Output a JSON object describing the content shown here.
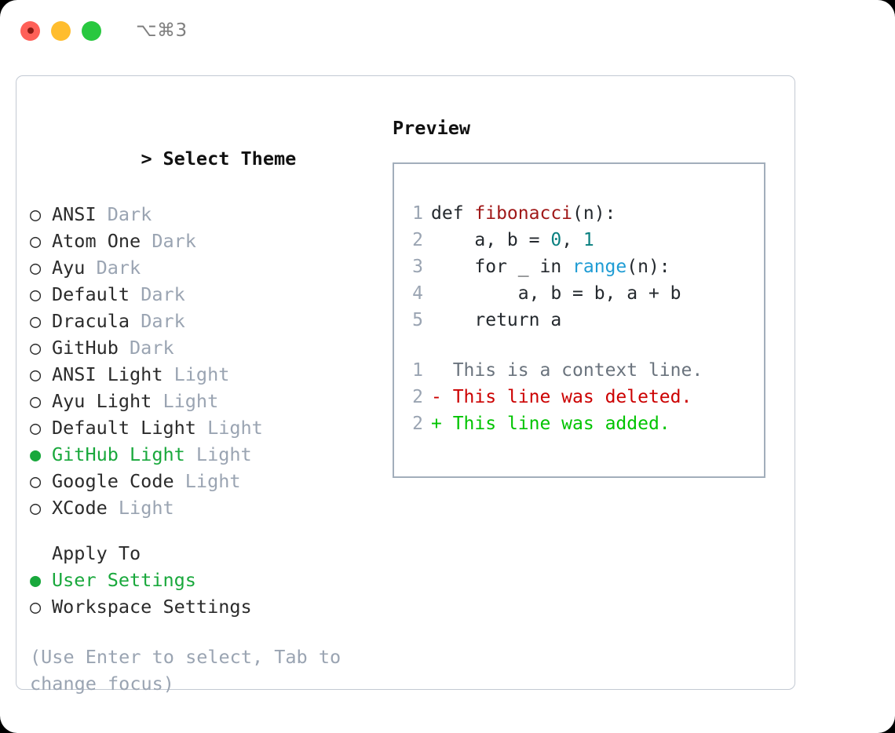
{
  "titlebar": {
    "shortcut": "⌥⌘3",
    "buttons": [
      {
        "name": "close",
        "color": "#ff6058"
      },
      {
        "name": "minimize",
        "color": "#ffbd2e"
      },
      {
        "name": "maximize",
        "color": "#28c83f"
      }
    ]
  },
  "left": {
    "heading": {
      "marker": ">",
      "label": "Select Theme"
    },
    "themes": [
      {
        "marker": "○",
        "name": "ANSI",
        "tag": "Dark",
        "selected": false
      },
      {
        "marker": "○",
        "name": "Atom One",
        "tag": "Dark",
        "selected": false
      },
      {
        "marker": "○",
        "name": "Ayu",
        "tag": "Dark",
        "selected": false
      },
      {
        "marker": "○",
        "name": "Default",
        "tag": "Dark",
        "selected": false
      },
      {
        "marker": "○",
        "name": "Dracula",
        "tag": "Dark",
        "selected": false
      },
      {
        "marker": "○",
        "name": "GitHub",
        "tag": "Dark",
        "selected": false
      },
      {
        "marker": "○",
        "name": "ANSI Light",
        "tag": "Light",
        "selected": false
      },
      {
        "marker": "○",
        "name": "Ayu Light",
        "tag": "Light",
        "selected": false
      },
      {
        "marker": "○",
        "name": "Default Light",
        "tag": "Light",
        "selected": false
      },
      {
        "marker": "●",
        "name": "GitHub Light",
        "tag": "Light",
        "selected": true
      },
      {
        "marker": "○",
        "name": "Google Code",
        "tag": "Light",
        "selected": false
      },
      {
        "marker": "○",
        "name": "XCode",
        "tag": "Light",
        "selected": false
      }
    ],
    "apply_to": {
      "title": "Apply To",
      "options": [
        {
          "marker": "●",
          "label": "User Settings",
          "selected": true
        },
        {
          "marker": "○",
          "label": "Workspace Settings",
          "selected": false
        }
      ]
    },
    "hint": "(Use Enter to select, Tab to change focus)"
  },
  "right": {
    "label": "Preview",
    "code_lines": [
      {
        "ln": "1",
        "parts": [
          {
            "text": "def ",
            "style": "plain"
          },
          {
            "text": "fibonacci",
            "style": "fn"
          },
          {
            "text": "(n):",
            "style": "plain"
          }
        ]
      },
      {
        "ln": "2",
        "parts": [
          {
            "text": "    a, b = ",
            "style": "plain"
          },
          {
            "text": "0",
            "style": "num"
          },
          {
            "text": ", ",
            "style": "plain"
          },
          {
            "text": "1",
            "style": "num"
          }
        ]
      },
      {
        "ln": "3",
        "parts": [
          {
            "text": "    for _ in ",
            "style": "plain"
          },
          {
            "text": "range",
            "style": "call"
          },
          {
            "text": "(n):",
            "style": "plain"
          }
        ]
      },
      {
        "ln": "4",
        "parts": [
          {
            "text": "        a, b = b, a + b",
            "style": "plain"
          }
        ]
      },
      {
        "ln": "5",
        "parts": [
          {
            "text": "    return a",
            "style": "plain"
          }
        ]
      }
    ],
    "diff_lines": [
      {
        "ln": "1",
        "sign": " ",
        "text": "This is a context line.",
        "kind": "ctx"
      },
      {
        "ln": "2",
        "sign": "-",
        "text": "This line was deleted.",
        "kind": "del"
      },
      {
        "ln": "2",
        "sign": "+",
        "text": "This line was added.",
        "kind": "add"
      }
    ]
  },
  "colors": {
    "accent_green": "#19a83c",
    "tag_gray": "#9aa4b2",
    "fn_red": "#a01919",
    "num_teal": "#0a8080",
    "call_blue": "#1f9cd4",
    "diff_del": "#cc0000",
    "diff_add": "#00c400",
    "frame_border": "#c3c9d3",
    "preview_border": "#a2aebb"
  }
}
